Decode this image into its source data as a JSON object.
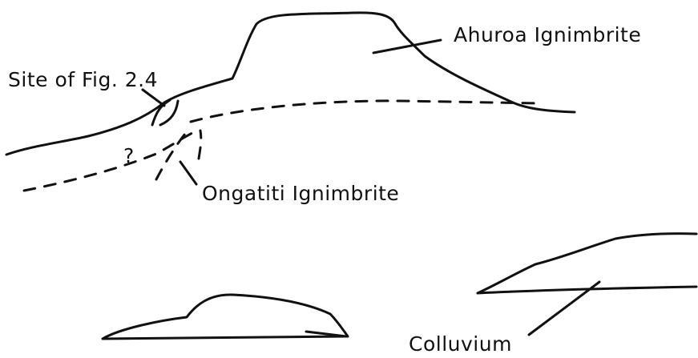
{
  "labels": {
    "ahuroa": "Ahuroa Ignimbrite",
    "site": "Site of Fig. 2.4",
    "ongatiti": "Ongatiti Ignimbrite",
    "colluvium": "Colluvium",
    "question_mark": "?"
  }
}
